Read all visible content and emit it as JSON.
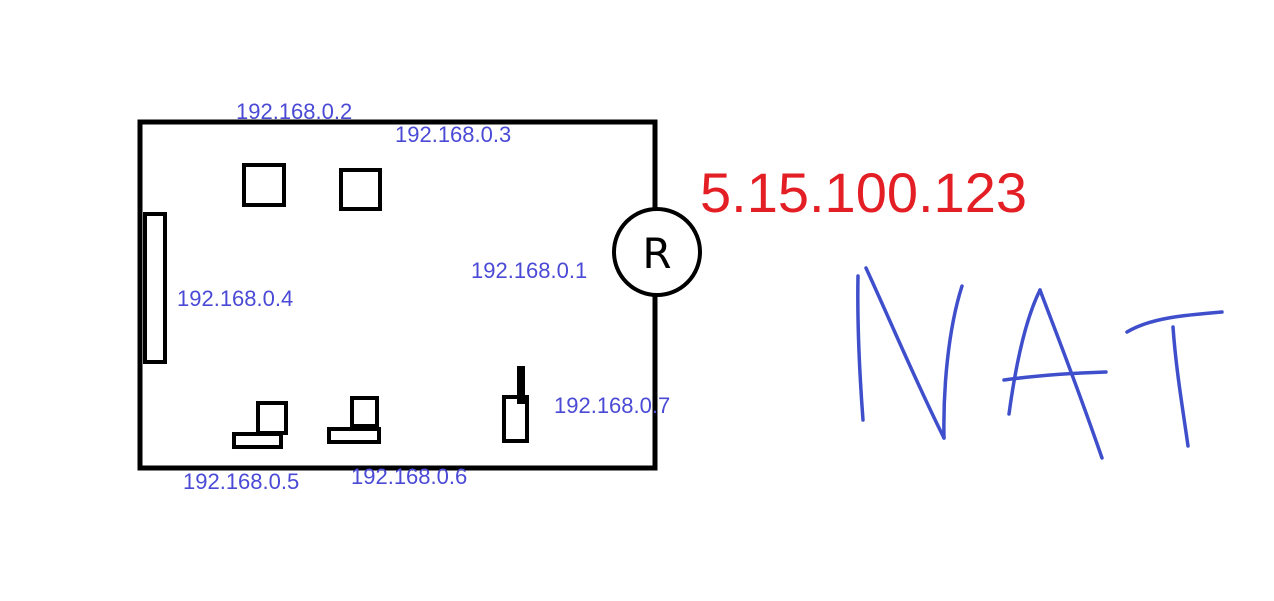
{
  "colors": {
    "outline": "#000000",
    "private_ip": "#4a4ad6",
    "public_ip": "#e31e24",
    "handwriting": "#3f4fcc"
  },
  "router": {
    "letter": "R",
    "icon": "router-circle-icon",
    "lan_ip": "192.168.0.1"
  },
  "public_ip": "5.15.100.123",
  "handwritten_title": "NAT",
  "devices": [
    {
      "icon": "desktop-square-icon",
      "ip": "192.168.0.2"
    },
    {
      "icon": "desktop-square-icon",
      "ip": "192.168.0.3"
    },
    {
      "icon": "tall-server-icon",
      "ip": "192.168.0.4"
    },
    {
      "icon": "laptop-icon",
      "ip": "192.168.0.5"
    },
    {
      "icon": "laptop-icon",
      "ip": "192.168.0.6"
    },
    {
      "icon": "phone-icon",
      "ip": "192.168.0.7"
    }
  ]
}
